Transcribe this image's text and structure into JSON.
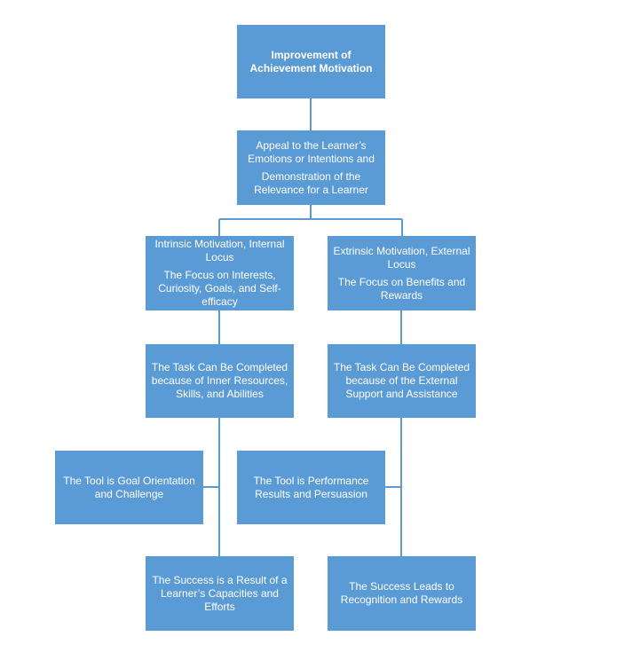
{
  "diagram": {
    "root": {
      "line1": "Improvement of",
      "line2": "Achievement Motivation"
    },
    "appeal": {
      "line1": "Appeal to the Learner’s",
      "line2": "Emotions or Intentions and",
      "line3": "Demonstration of the",
      "line4": "Relevance for a Learner"
    },
    "intrinsic": {
      "line1": "Intrinsic Motivation, Internal",
      "line2": "Locus",
      "line3": "The Focus on Interests,",
      "line4": "Curiosity, Goals, and Self-",
      "line5": "efficacy"
    },
    "extrinsic": {
      "line1": "Extrinsic Motivation, External",
      "line2": "Locus",
      "line3": "The Focus on Benefits and",
      "line4": "Rewards"
    },
    "task_inner": {
      "line1": "The Task Can Be Completed",
      "line2": "because of Inner Resources,",
      "line3": "Skills, and Abilities"
    },
    "task_external": {
      "line1": "The Task Can Be Completed",
      "line2": "because of the External",
      "line3": "Support and Assistance"
    },
    "tool_goal": {
      "line1": "The Tool is Goal Orientation",
      "line2": "and Challenge"
    },
    "tool_performance": {
      "line1": "The Tool is Performance",
      "line2": "Results and Persuasion"
    },
    "success_capacities": {
      "line1": "The Success is a Result of a",
      "line2": "Learner’s Capacities and",
      "line3": "Efforts"
    },
    "success_recognition": {
      "line1": "The Success Leads to",
      "line2": "Recognition and Rewards"
    },
    "colors": {
      "node_fill": "#5b9bd5",
      "node_text": "#ffffff",
      "connector": "#5b9bd5"
    }
  }
}
